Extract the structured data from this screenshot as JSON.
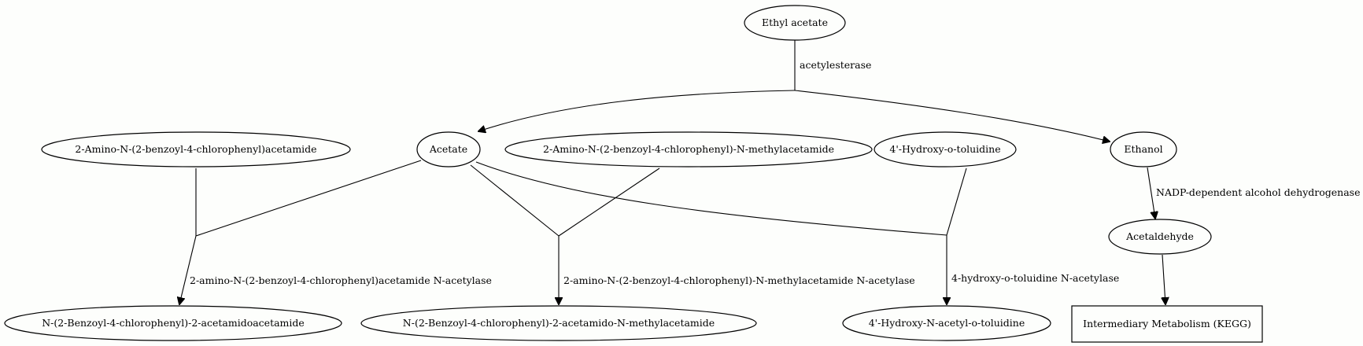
{
  "nodes": {
    "ethyl_acetate": "Ethyl acetate",
    "acetate": "Acetate",
    "ethanol": "Ethanol",
    "amino_benzoyl_acetamide": "2-Amino-N-(2-benzoyl-4-chlorophenyl)acetamide",
    "amino_benzoyl_methylacetamide": "2-Amino-N-(2-benzoyl-4-chlorophenyl)-N-methylacetamide",
    "hydroxy_toluidine": "4'-Hydroxy-o-toluidine",
    "acetaldehyde": "Acetaldehyde",
    "benzoyl_acetamidoacetamide": "N-(2-Benzoyl-4-chlorophenyl)-2-acetamidoacetamide",
    "benzoyl_acetamido_methylacetamide": "N-(2-Benzoyl-4-chlorophenyl)-2-acetamido-N-methylacetamide",
    "hydroxy_acetyl_toluidine": "4'-Hydroxy-N-acetyl-o-toluidine",
    "intermediary_metabolism": "Intermediary Metabolism (KEGG)"
  },
  "edges": {
    "acetylesterase": "acetylesterase",
    "nadp_adh": "NADP-dependent alcohol dehydrogenase",
    "acetamide_n_acetylase": "2-amino-N-(2-benzoyl-4-chlorophenyl)acetamide N-acetylase",
    "methylacetamide_n_acetylase": "2-amino-N-(2-benzoyl-4-chlorophenyl)-N-methylacetamide N-acetylase",
    "toluidine_n_acetylase": "4-hydroxy-o-toluidine N-acetylase"
  }
}
